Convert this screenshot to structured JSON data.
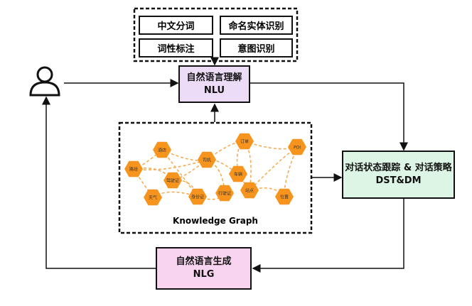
{
  "nlp_tasks": [
    "中文分词",
    "命名实体识别",
    "词性标注",
    "意图识别"
  ],
  "nlu": {
    "title": "自然语言理解",
    "subtitle": "NLU",
    "color": "#ecdcf8"
  },
  "dst": {
    "title": "对话状态跟踪 & 对话策略",
    "subtitle": "DST&DM",
    "color": "#dcf5e4"
  },
  "nlg": {
    "title": "自然语言生成",
    "subtitle": "NLG",
    "color": "#f8d4f0"
  },
  "knowledge_graph": {
    "label": "Knowledge Graph",
    "node_color": "#f7941d",
    "nodes": [
      "路径",
      "酒店",
      "司机",
      "订单",
      "POI",
      "驾驶证",
      "天气",
      "身份证",
      "行驶证",
      "车辆",
      "站点",
      "位置"
    ]
  },
  "icons": {
    "user": "user-icon"
  }
}
